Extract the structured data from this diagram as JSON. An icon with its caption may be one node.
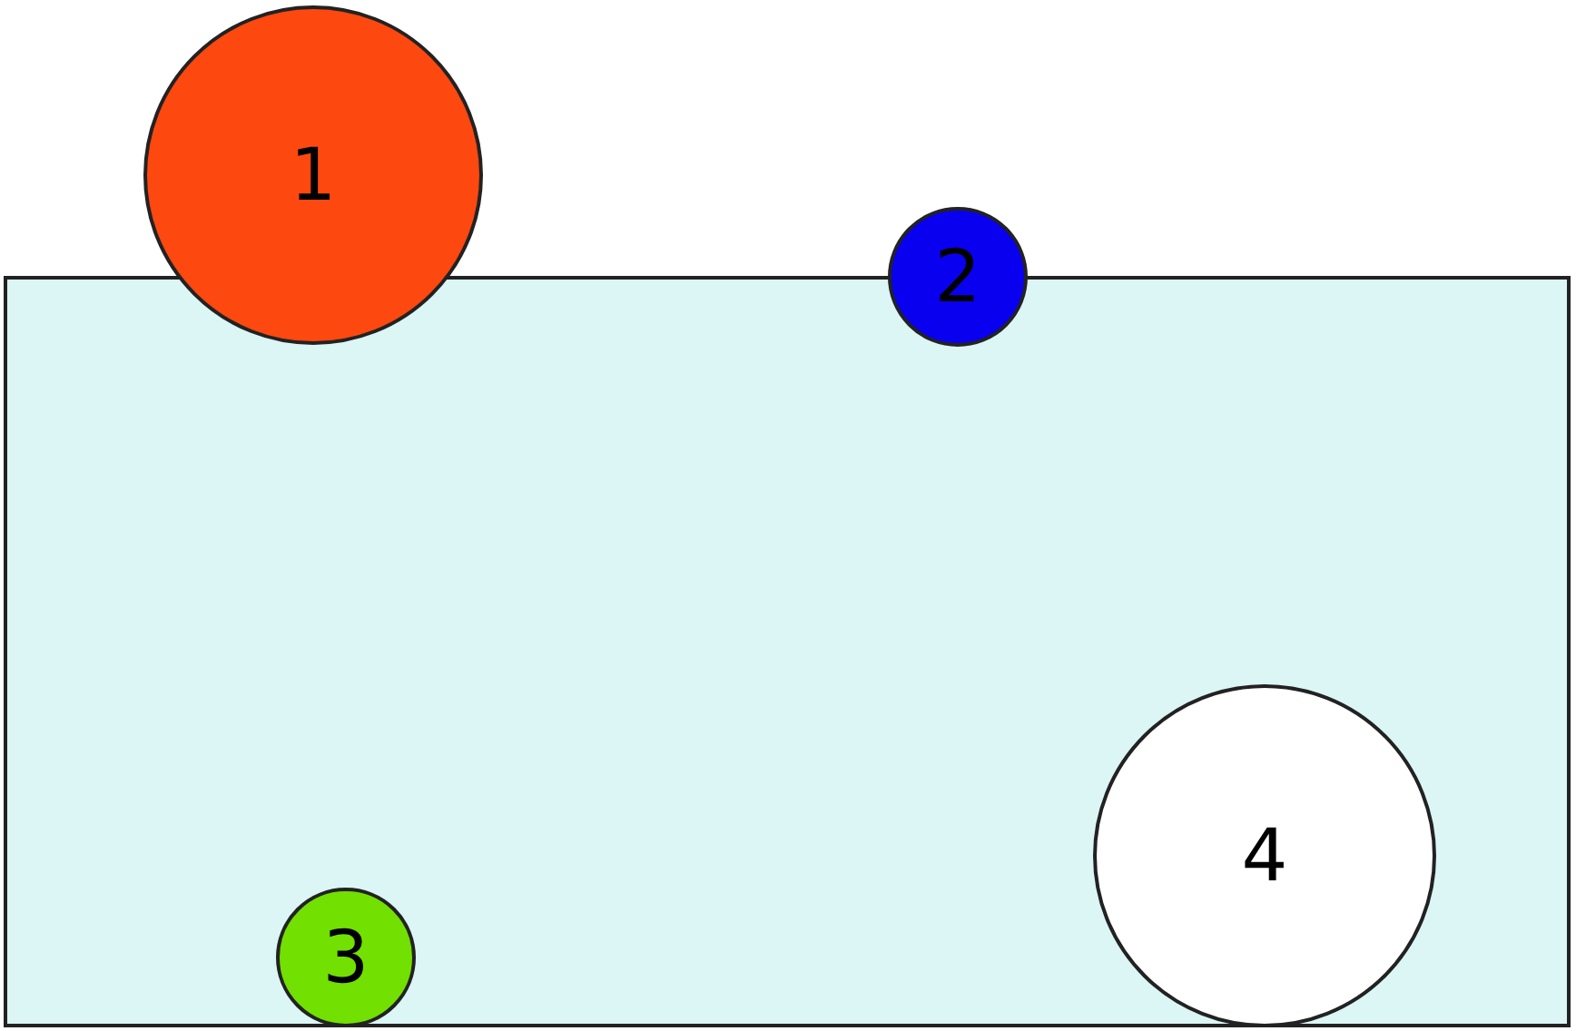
{
  "diagram": {
    "nodes": [
      {
        "text": [],
        "shape": "box"
      },
      {
        "text": [
          "1"
        ]
      },
      {
        "text": [
          "2"
        ]
      },
      {
        "text": [
          "3"
        ],
        "in": 0
      },
      {
        "text": [
          "4"
        ],
        "in": 0
      }
    ]
  }
}
